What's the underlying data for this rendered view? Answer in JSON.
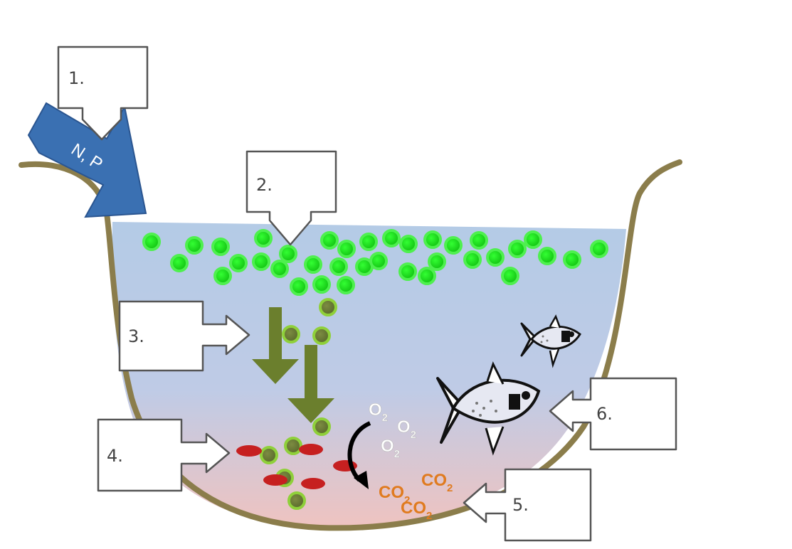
{
  "callouts": [
    {
      "id": "1",
      "label": "1."
    },
    {
      "id": "2",
      "label": "2."
    },
    {
      "id": "3",
      "label": "3."
    },
    {
      "id": "4",
      "label": "4."
    },
    {
      "id": "5",
      "label": "5."
    },
    {
      "id": "6",
      "label": "6."
    }
  ],
  "inflow_label": "N, P",
  "gases": {
    "oxygen": {
      "base": "O",
      "sub": "2",
      "color": "#ffffff"
    },
    "carbon_dioxide": {
      "base": "CO",
      "sub": "2",
      "color": "#e07b1f"
    }
  },
  "colors": {
    "pond_rim": "#8b7d4b",
    "water_top": "#b4cbe6",
    "water_bottom": "#efc3c0",
    "algae_live": "#22dd22",
    "algae_dead": "#6b7a3a",
    "sink_arrow": "#6b7f2d",
    "inflow_arrow": "#3a70b2",
    "sediment": "#c62020"
  }
}
